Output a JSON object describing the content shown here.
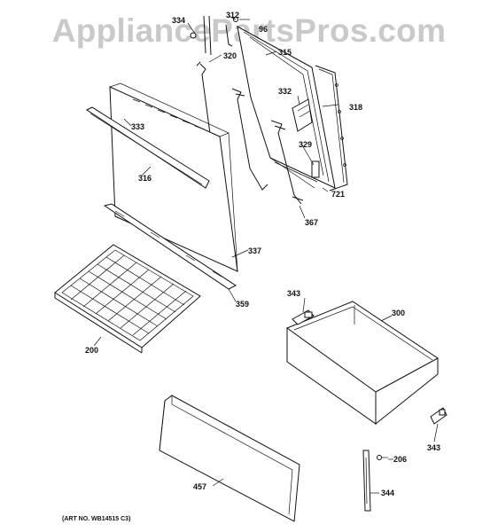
{
  "watermark": "AppliancePartsPros.com",
  "art_number": "(ART NO. WB14515 C3)",
  "callouts": {
    "p334": "334",
    "p312": "312",
    "p96": "96",
    "p320": "320",
    "p315": "315",
    "p332": "332",
    "p318": "318",
    "p333": "333",
    "p329": "329",
    "p316": "316",
    "p721": "721",
    "p367": "367",
    "p337": "337",
    "p343a": "343",
    "p300": "300",
    "p359": "359",
    "p200": "200",
    "p206": "206",
    "p343b": "343",
    "p457": "457",
    "p344": "344"
  }
}
